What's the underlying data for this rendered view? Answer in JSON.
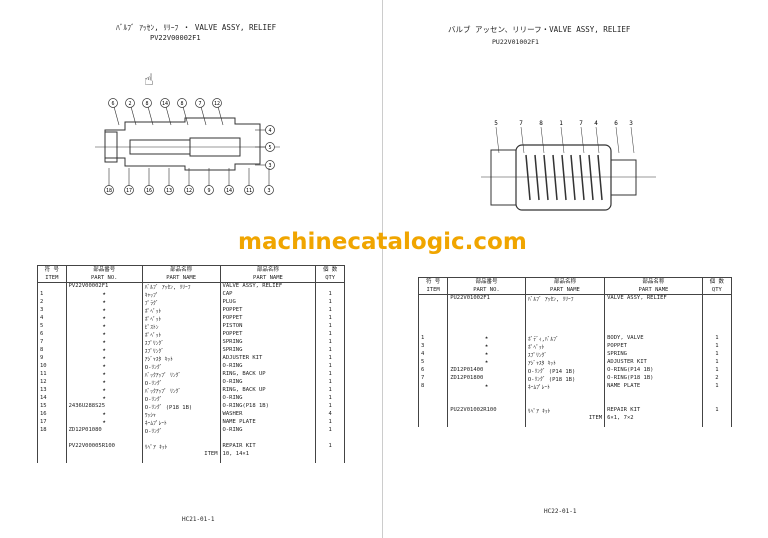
{
  "watermark": "machinecatalogic.com",
  "left": {
    "title": "ﾊﾞﾙﾌﾞ ｱｯｾﾝ, ﾘﾘｰﾌ ・ VALVE ASSY, RELIEF",
    "code": "PV22V00002F1",
    "callouts_top": [
      "6",
      "2",
      "8",
      "14",
      "8",
      "7",
      "12"
    ],
    "callouts_right": [
      "4",
      "5",
      "3"
    ],
    "callouts_bottom": [
      "18",
      "17",
      "16",
      "13",
      "12",
      "9",
      "14",
      "11",
      "3"
    ],
    "headers": [
      [
        "符 号",
        "ITEM"
      ],
      [
        "部品番号",
        "PART NO."
      ],
      [
        "部品名称",
        "PART NAME"
      ],
      [
        "部品名称",
        "PART NAME"
      ],
      [
        "個 数",
        "QTY"
      ]
    ],
    "rows": [
      [
        "",
        "PV22V00002F1",
        "ﾊﾞﾙﾌﾞ ｱｯｾﾝ, ﾘﾘｰﾌ",
        "VALVE ASSY, RELIEF",
        ""
      ],
      [
        "1",
        "★",
        "ｷｬｯﾌﾟ",
        "CAP",
        "1"
      ],
      [
        "2",
        "★",
        "ﾌﾟﾗｸﾞ",
        "PLUG",
        "1"
      ],
      [
        "3",
        "★",
        "ﾎﾟﾍﾟｯﾄ",
        "POPPET",
        "1"
      ],
      [
        "4",
        "★",
        "ﾎﾟﾍﾟｯﾄ",
        "POPPET",
        "1"
      ],
      [
        "5",
        "★",
        "ﾋﾟｽﾄﾝ",
        "PISTON",
        "1"
      ],
      [
        "6",
        "★",
        "ﾎﾟﾍﾟｯﾄ",
        "POPPET",
        "1"
      ],
      [
        "7",
        "★",
        "ｽﾌﾟﾘﾝｸﾞ",
        "SPRING",
        "1"
      ],
      [
        "8",
        "★",
        "ｽﾌﾟﾘﾝｸﾞ",
        "SPRING",
        "1"
      ],
      [
        "9",
        "★",
        "ｱｼﾞｬｽﾀ ｷｯﾄ",
        "ADJUSTER KIT",
        "1"
      ],
      [
        "10",
        "★",
        "O-ﾘﾝｸﾞ",
        "O-RING",
        "1"
      ],
      [
        "11",
        "★",
        "ﾊﾞｯｸｱｯﾌﾟ ﾘﾝｸﾞ",
        "RING, BACK UP",
        "1"
      ],
      [
        "12",
        "★",
        "O-ﾘﾝｸﾞ",
        "O-RING",
        "1"
      ],
      [
        "13",
        "★",
        "ﾊﾞｯｸｱｯﾌﾟ ﾘﾝｸﾞ",
        "RING, BACK UP",
        "1"
      ],
      [
        "14",
        "★",
        "O-ﾘﾝｸﾞ",
        "O-RING",
        "1"
      ],
      [
        "15",
        "2436U288S25",
        "O-ﾘﾝｸﾞ (P18 1B)",
        "O-RING(P18 1B)",
        "1"
      ],
      [
        "16",
        "★",
        "ﾜｯｼｬ",
        "WASHER",
        "4"
      ],
      [
        "17",
        "★",
        "ﾈｰﾑﾌﾟﾚｰﾄ",
        "NAME PLATE",
        "1"
      ],
      [
        "18",
        "ZD12P01080",
        "O-ﾘﾝｸﾞ",
        "O-RING",
        "1"
      ],
      [
        "",
        "",
        "",
        "",
        ""
      ],
      [
        "",
        "PV22V00005R100",
        "ﾘﾍﾟｱ ｷｯﾄ",
        "REPAIR KIT",
        "1"
      ],
      [
        "",
        "",
        "ITEM",
        "10, 14×1",
        ""
      ]
    ],
    "footer": "HC21-01-1"
  },
  "right": {
    "title": "バルブ アッセン、リリーフ・VALVE ASSY, RELIEF",
    "code": "PU22V01002F1",
    "callouts": [
      "5",
      "7",
      "8",
      "1",
      "7",
      "4",
      "6",
      "3"
    ],
    "headers": [
      [
        "符 号",
        "ITEM"
      ],
      [
        "部品番号",
        "PART NO."
      ],
      [
        "部品名称",
        "PART NAME"
      ],
      [
        "部品名称",
        "PART NAME"
      ],
      [
        "個 数",
        "QTY"
      ]
    ],
    "rows": [
      [
        "",
        "PU22V01002F1",
        "ﾊﾞﾙﾌﾞ ｱｯｾﾝ, ﾘﾘｰﾌ",
        "VALVE ASSY, RELIEF",
        ""
      ],
      [
        "",
        "",
        "",
        "",
        ""
      ],
      [
        "",
        "",
        "",
        "",
        ""
      ],
      [
        "",
        "",
        "",
        "",
        ""
      ],
      [
        "",
        "",
        "",
        "",
        ""
      ],
      [
        "1",
        "★",
        "ﾎﾞﾃﾞｨ,ﾊﾞﾙﾌﾞ",
        "BODY, VALVE",
        "1"
      ],
      [
        "3",
        "★",
        "ﾎﾟﾍﾟｯﾄ",
        "POPPET",
        "1"
      ],
      [
        "4",
        "★",
        "ｽﾌﾟﾘﾝｸﾞ",
        "SPRING",
        "1"
      ],
      [
        "5",
        "★",
        "ｱｼﾞｬｽﾀ ｷｯﾄ",
        "ADJUSTER KIT",
        "1"
      ],
      [
        "6",
        "ZD12P01400",
        "O-ﾘﾝｸﾞ (P14 1B)",
        "O-RING(P14 1B)",
        "1"
      ],
      [
        "7",
        "ZD12P01800",
        "O-ﾘﾝｸﾞ (P18 1B)",
        "O-RING(P18 1B)",
        "2"
      ],
      [
        "8",
        "★",
        "ﾈｰﾑﾌﾟﾚｰﾄ",
        "NAME PLATE",
        "1"
      ],
      [
        "",
        "",
        "",
        "",
        ""
      ],
      [
        "",
        "",
        "",
        "",
        ""
      ],
      [
        "",
        "PU22V01002R100",
        "ﾘﾍﾟｱ ｷｯﾄ",
        "REPAIR KIT",
        "1"
      ],
      [
        "",
        "",
        "ITEM",
        "6×1, 7×2",
        ""
      ]
    ],
    "footer": "HC22-01-1"
  }
}
